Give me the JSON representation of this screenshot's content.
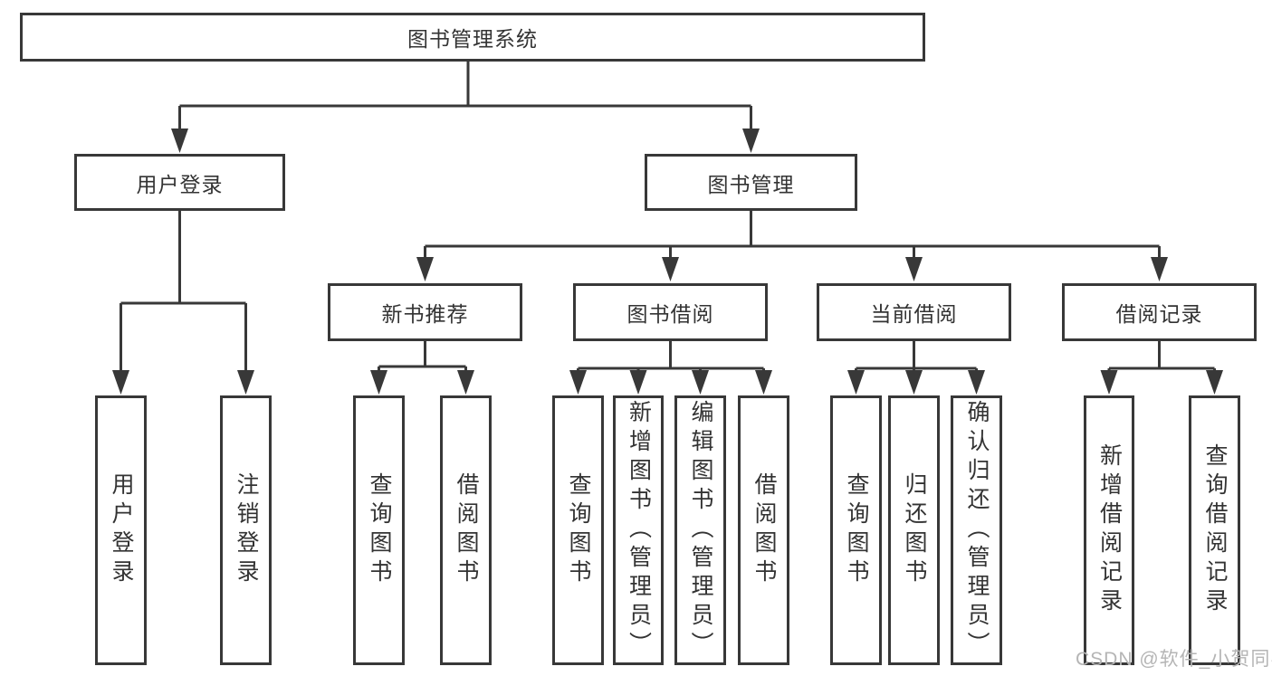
{
  "diagram": {
    "root": {
      "label": "图书管理系统",
      "children": [
        {
          "label": "用户登录",
          "children": [
            {
              "label": "用户登录"
            },
            {
              "label": "注销登录"
            }
          ]
        },
        {
          "label": "图书管理",
          "children": [
            {
              "label": "新书推荐",
              "children": [
                {
                  "label": "查询图书"
                },
                {
                  "label": "借阅图书"
                }
              ]
            },
            {
              "label": "图书借阅",
              "children": [
                {
                  "label": "查询图书"
                },
                {
                  "label": "新增图书（管理员）"
                },
                {
                  "label": "编辑图书（管理员）"
                },
                {
                  "label": "借阅图书"
                }
              ]
            },
            {
              "label": "当前借阅",
              "children": [
                {
                  "label": "查询图书"
                },
                {
                  "label": "归还图书"
                },
                {
                  "label": "确认归还（管理员）"
                }
              ]
            },
            {
              "label": "借阅记录",
              "children": [
                {
                  "label": "新增借阅记录"
                },
                {
                  "label": "查询借阅记录"
                }
              ]
            }
          ]
        }
      ]
    },
    "watermark": "CSDN @软件_小贺同学",
    "colors": {
      "line": "#383838",
      "text": "#333333",
      "background": "#ffffff",
      "watermark": "#b5b5b5"
    }
  }
}
